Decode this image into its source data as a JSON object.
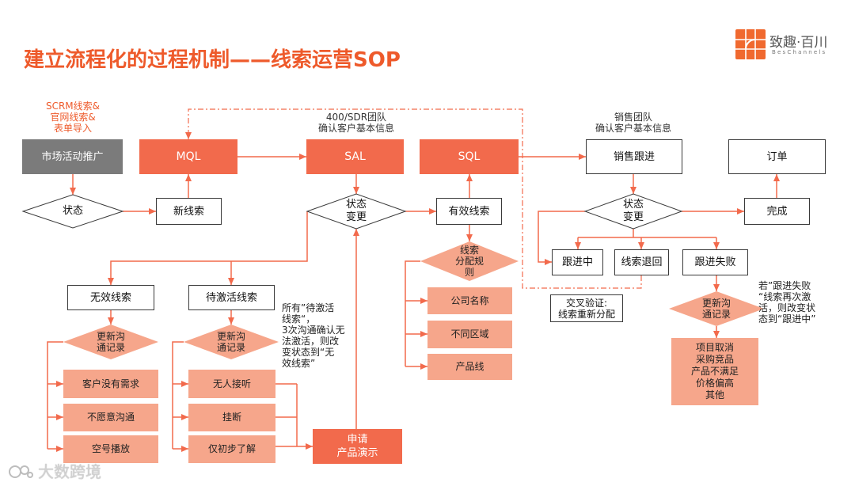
{
  "title": "建立流程化的过程机制——线索运营SOP",
  "logo": {
    "name": "致趣·百川",
    "subtitle": "BesChannels",
    "icon": "brand-logo-icon"
  },
  "watermark": {
    "text": "大数跨境",
    "icon": "watermark-logo-icon"
  },
  "colors": {
    "accent": "#f26a4c",
    "salmon": "#f6a68b",
    "gray": "#7b7b7b",
    "title": "#ee5a2b",
    "brand": "#f0692f",
    "outline": "#3a3a3a"
  },
  "sources_note": "SCRM线索&\n官网线索&\n表单导入",
  "stages": {
    "market": "市场活动推广",
    "mql": "MQL",
    "sal": "SAL",
    "sql": "SQL",
    "sales_follow": "销售跟进",
    "order": "订单"
  },
  "stage_notes": {
    "sal": "400/SDR团队\n确认客户基本信息",
    "sales": "销售团队\n确认客户基本信息"
  },
  "decisions": {
    "status": "状态",
    "sal_change": "状态\n变更",
    "sales_change": "状态\n变更",
    "assign_rule": "线索\n分配规\n则",
    "update_invalid": "更新沟\n通记录",
    "update_pending": "更新沟\n通记录",
    "update_failed": "更新沟\n通记录"
  },
  "nodes": {
    "new_lead": "新线索",
    "valid_lead": "有效线索",
    "done": "完成",
    "following": "跟进中",
    "returned": "线索退回",
    "failed": "跟进失败",
    "cross_check": "交叉验证:\n线索重新分配",
    "invalid_lead": "无效线索",
    "pending_lead": "待激活线索",
    "request_demo": "申请\n产品演示"
  },
  "invalid_reasons": [
    "客户没有需求",
    "不愿意沟通",
    "空号播放"
  ],
  "pending_reasons": [
    "无人接听",
    "挂断",
    "仅初步了解"
  ],
  "assign_rules": [
    "公司名称",
    "不同区域",
    "产品线"
  ],
  "fail_reasons": [
    "项目取消",
    "采购竞品",
    "产品不满足",
    "价格偏高",
    "其他"
  ],
  "notes": {
    "pending_rule": "所有”待激活\n线索“，\n3次沟通确认无\n法激活，则改\n变状态到“无\n效线索”",
    "failed_rule": "若”跟进失败\n“线索再次激\n活，则改变状\n态到“跟进中”"
  }
}
